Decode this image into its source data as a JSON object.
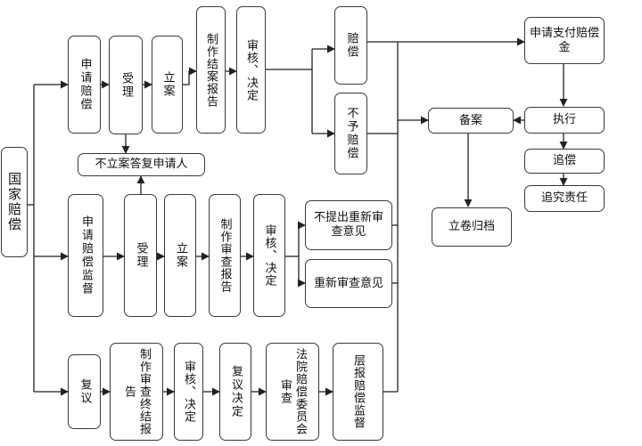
{
  "root": "国家赔偿",
  "row1": {
    "apply": "申请赔偿",
    "accept": "受理",
    "file": "立案",
    "report": "制作结案报告",
    "review": "审核、决定",
    "compensate": "赔偿",
    "no_compensate": "不予赔偿",
    "reject_notice": "不立案答复申请人"
  },
  "row2": {
    "apply": "申请赔偿监督",
    "accept": "受理",
    "file": "立案",
    "report": "制作审查报告",
    "review": "审核、决定",
    "no_reexam": "不提出重新审查意见",
    "reexam": "重新审查意见"
  },
  "row3": {
    "reconsider": "复议",
    "report": "制作审查终结报告",
    "review": "审核、决定",
    "reconsider_decision": "复议决定",
    "court": "法院赔偿委员会审查",
    "supervise": "层报赔偿监督"
  },
  "right": {
    "apply_pay": "申请支付赔偿金",
    "execute": "执行",
    "record": "备案",
    "recover": "追偿",
    "accountability": "追究责任",
    "archive": "立卷归档"
  }
}
